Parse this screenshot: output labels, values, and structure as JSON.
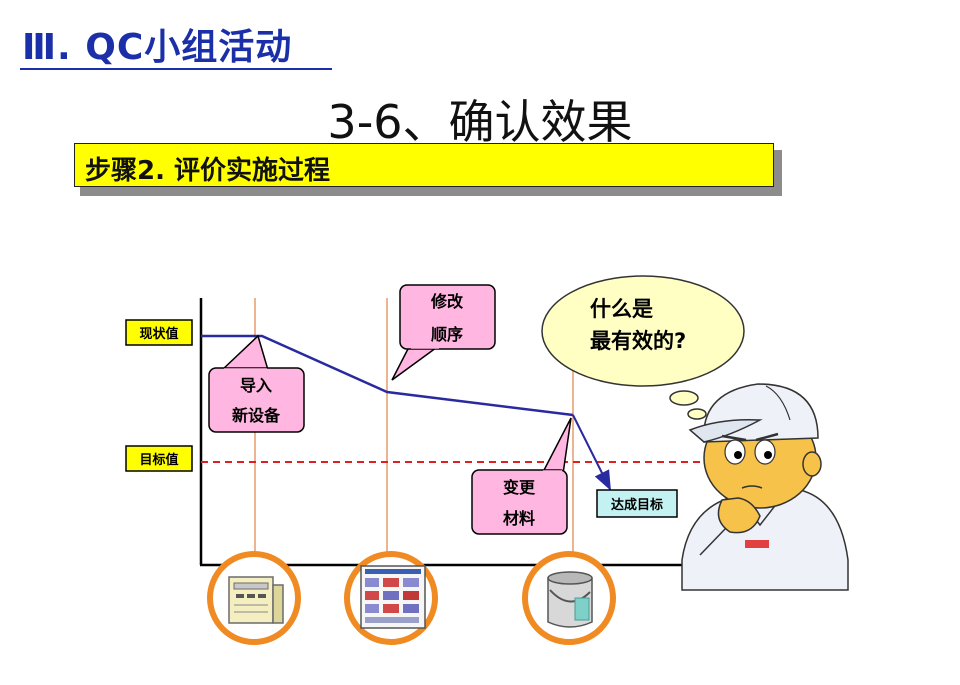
{
  "header": {
    "section_title": "Ⅲ. QC小组活动",
    "page_title": "3-6、确认效果",
    "step_banner": "步骤2. 评价实施过程"
  },
  "diagram": {
    "y_labels": {
      "current": "现状值",
      "target": "目标值"
    },
    "callouts": [
      {
        "line1": "导入",
        "line2": "新设备"
      },
      {
        "line1": "修改",
        "line2": "顺序"
      },
      {
        "line1": "变更",
        "line2": "材料"
      }
    ],
    "goal_label": "达成目标",
    "thought_bubble": {
      "line1": "什么是",
      "line2": "最有效的?"
    },
    "icons": [
      "equipment-icon",
      "procedure-document-icon",
      "material-can-icon",
      "worker-thinking-icon"
    ],
    "colors": {
      "trend_line": "#2a2aa0",
      "target_line": "#e02020",
      "callout_fill": "#ffb6e0",
      "circle_border": "#f08a22",
      "bubble_fill": "#ffffc4",
      "label_fill": "#ffff00",
      "goal_fill": "#c4f2f2"
    }
  }
}
